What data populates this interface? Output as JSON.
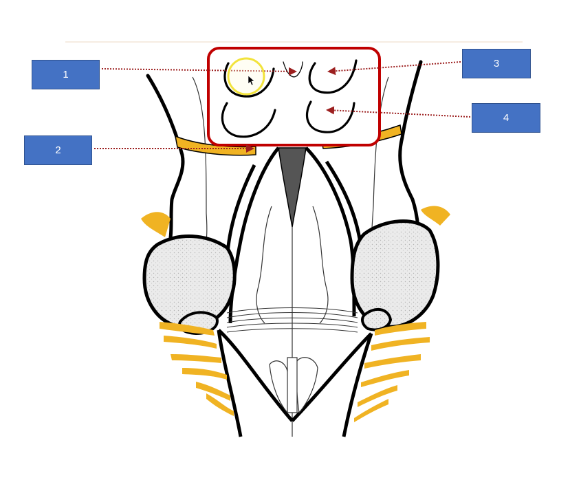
{
  "labels": [
    {
      "id": "1",
      "text": "1"
    },
    {
      "id": "2",
      "text": "2"
    },
    {
      "id": "3",
      "text": "3"
    },
    {
      "id": "4",
      "text": "4"
    }
  ],
  "colors": {
    "label_fill": "#4472c4",
    "label_border": "#2f528f",
    "highlight_frame": "#c00000",
    "pointer_arrow": "#9c1f1f",
    "cursor_ring": "#f2e33c",
    "nerve": "#f0b323",
    "outline": "#000000",
    "cerebellar_stipple": "#d9d9d9"
  },
  "icons": {
    "cursor": "mouse-pointer-icon"
  }
}
